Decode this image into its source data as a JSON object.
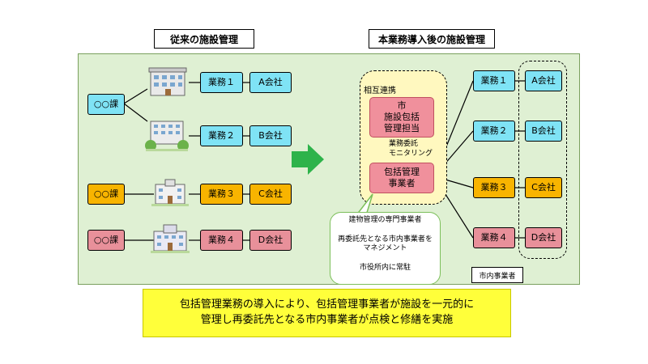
{
  "titles": {
    "before": "従来の施設管理",
    "after": "本業務導入後の施設管理"
  },
  "left": {
    "departments": [
      "○○課",
      "○○課",
      "○○課"
    ],
    "tasks": [
      "業務１",
      "業務２",
      "業務３",
      "業務４"
    ],
    "companies": [
      "A会社",
      "B会社",
      "C会社",
      "D会社"
    ]
  },
  "center": {
    "cooperation_label": "相互連携",
    "city_box": [
      "市",
      "施設包括",
      "管理担当"
    ],
    "arrow_label": [
      "業務委託",
      "モニタリング"
    ],
    "manager_box": [
      "包括管理",
      "事業者"
    ]
  },
  "callout": {
    "line1": "建物管理の専門事業者",
    "line2a": "再委託先となる市内事業者を",
    "line2b": "マネジメント",
    "line3": "市役所内に常駐"
  },
  "right": {
    "tasks": [
      "業務１",
      "業務２",
      "業務３",
      "業務４"
    ],
    "companies": [
      "A会社",
      "B会社",
      "C会社",
      "D会社"
    ],
    "tag": "市内事業者"
  },
  "summary": {
    "line1": "包括管理業務の導入により、包括管理事業者が施設を一元的に",
    "line2": "管理し再委託先となる市内事業者が点検と修繕を実施"
  },
  "colors": {
    "panel": "#dff0d3",
    "cyan": "#7fe3f5",
    "orange": "#f8b400",
    "pink": "#e8909a",
    "arrow": "#2db34a",
    "summary": "#ffff3a"
  }
}
